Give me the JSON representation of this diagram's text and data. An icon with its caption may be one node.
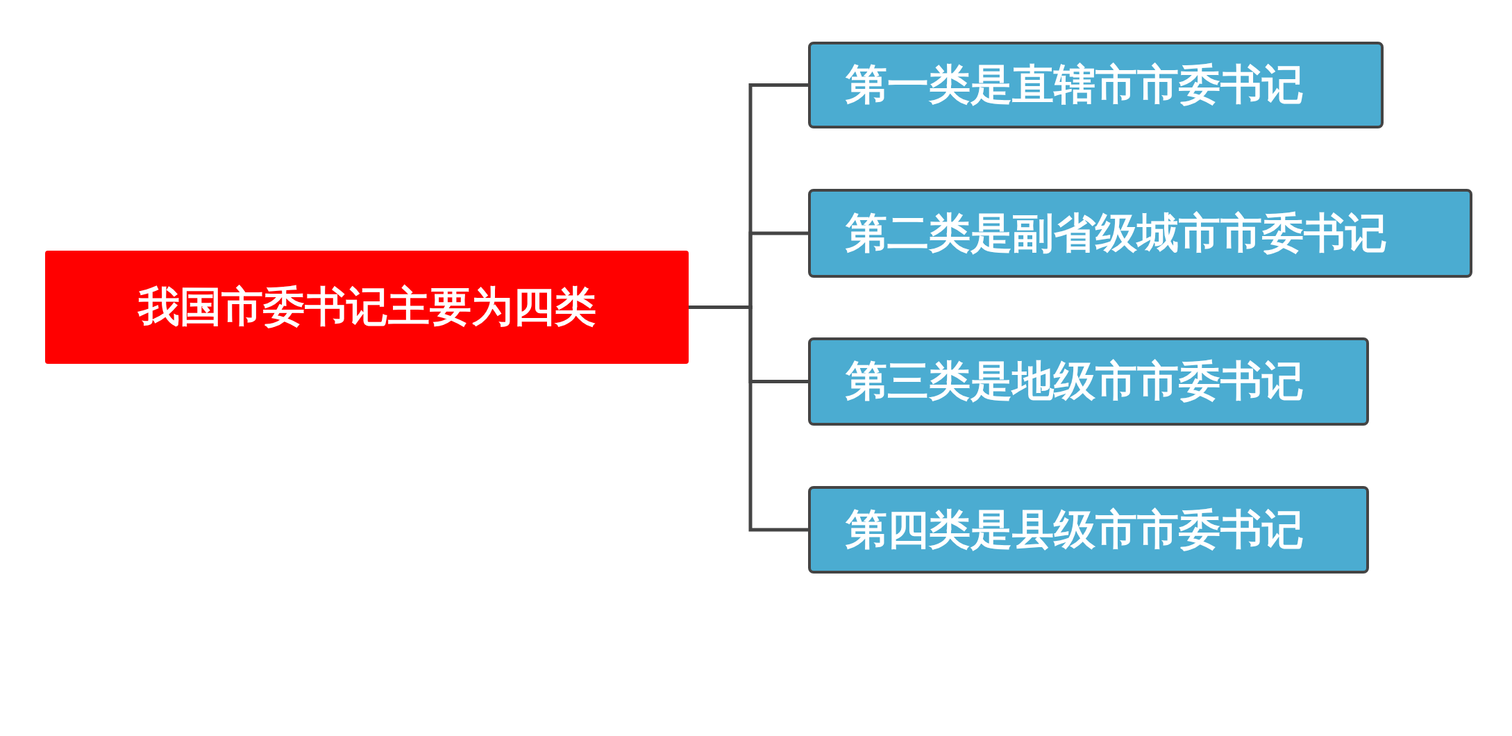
{
  "diagram": {
    "nodes": [
      {
        "text": [
          "我国市委书记主要为四类"
        ]
      },
      {
        "text": [
          "第一类是直辖市市委书记"
        ]
      },
      {
        "text": [
          "第二类是副省级城市市委书记"
        ]
      },
      {
        "text": [
          "第三类是地级市市委书记"
        ]
      },
      {
        "text": [
          "第四类是县级市市委书记"
        ]
      }
    ],
    "edges": [
      {
        "from": 0,
        "to": 1,
        "arrow": "none"
      },
      {
        "from": 0,
        "to": 2,
        "arrow": "none"
      },
      {
        "from": 0,
        "to": 3,
        "arrow": "none"
      },
      {
        "from": 0,
        "to": 4,
        "arrow": "none"
      }
    ]
  }
}
